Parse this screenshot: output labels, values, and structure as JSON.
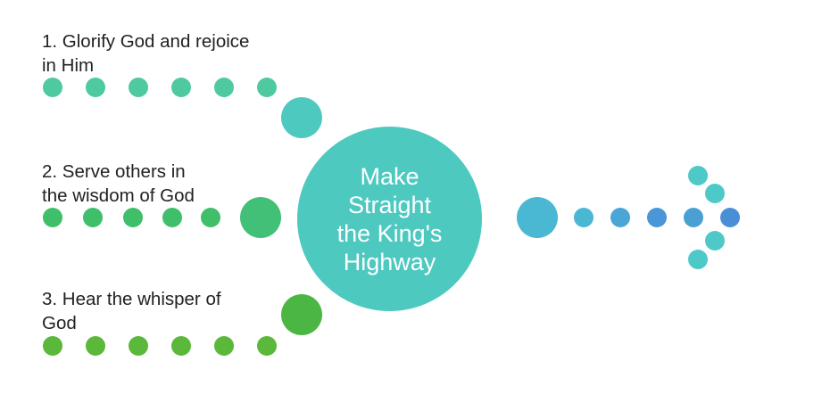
{
  "diagram": {
    "center": {
      "text": "Make\nStraight\nthe King's\nHighway",
      "color": "#4ec9c0"
    },
    "items": [
      {
        "label": "1. Glorify God and rejoice\nin Him",
        "color": "#4ec9a0"
      },
      {
        "label": "2. Serve others in\nthe wisdom of God",
        "color": "#3fbf6a"
      },
      {
        "label": "3. Hear the whisper of\nGod",
        "color": "#5ab83a"
      }
    ],
    "arrow_colors": [
      "#4ab7d3",
      "#4aa6d6",
      "#4a96d6",
      "#4aa0d4"
    ]
  }
}
